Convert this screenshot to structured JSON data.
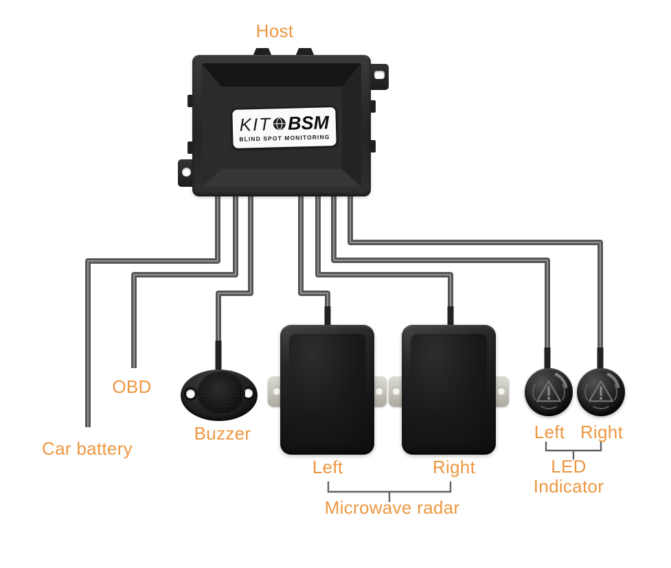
{
  "colors": {
    "accent": "#ED9740",
    "wire": "#565656",
    "wire_core": "#9C9C9C",
    "stub": "#222222",
    "bracket": "#5D6166",
    "plate": "#FAFAFA"
  },
  "host": {
    "label": "Host",
    "brand_kit": "KIT",
    "brand_bsm": "BSM",
    "subtitle": "BLIND SPOT MONITORING"
  },
  "components": {
    "car_battery": {
      "label": "Car battery"
    },
    "obd": {
      "label": "OBD"
    },
    "buzzer": {
      "label": "Buzzer"
    },
    "microwave_radar": {
      "left": "Left",
      "right": "Right",
      "group": "Microwave radar"
    },
    "led_indicator": {
      "left": "Left",
      "right": "Right",
      "group": "LED Indicator"
    }
  },
  "connections": [
    {
      "from": "Host",
      "to": "Car battery"
    },
    {
      "from": "Host",
      "to": "OBD"
    },
    {
      "from": "Host",
      "to": "Buzzer"
    },
    {
      "from": "Host",
      "to": "Microwave radar Left"
    },
    {
      "from": "Host",
      "to": "Microwave radar Right"
    },
    {
      "from": "Host",
      "to": "LED Indicator Left"
    },
    {
      "from": "Host",
      "to": "LED Indicator Right"
    }
  ]
}
